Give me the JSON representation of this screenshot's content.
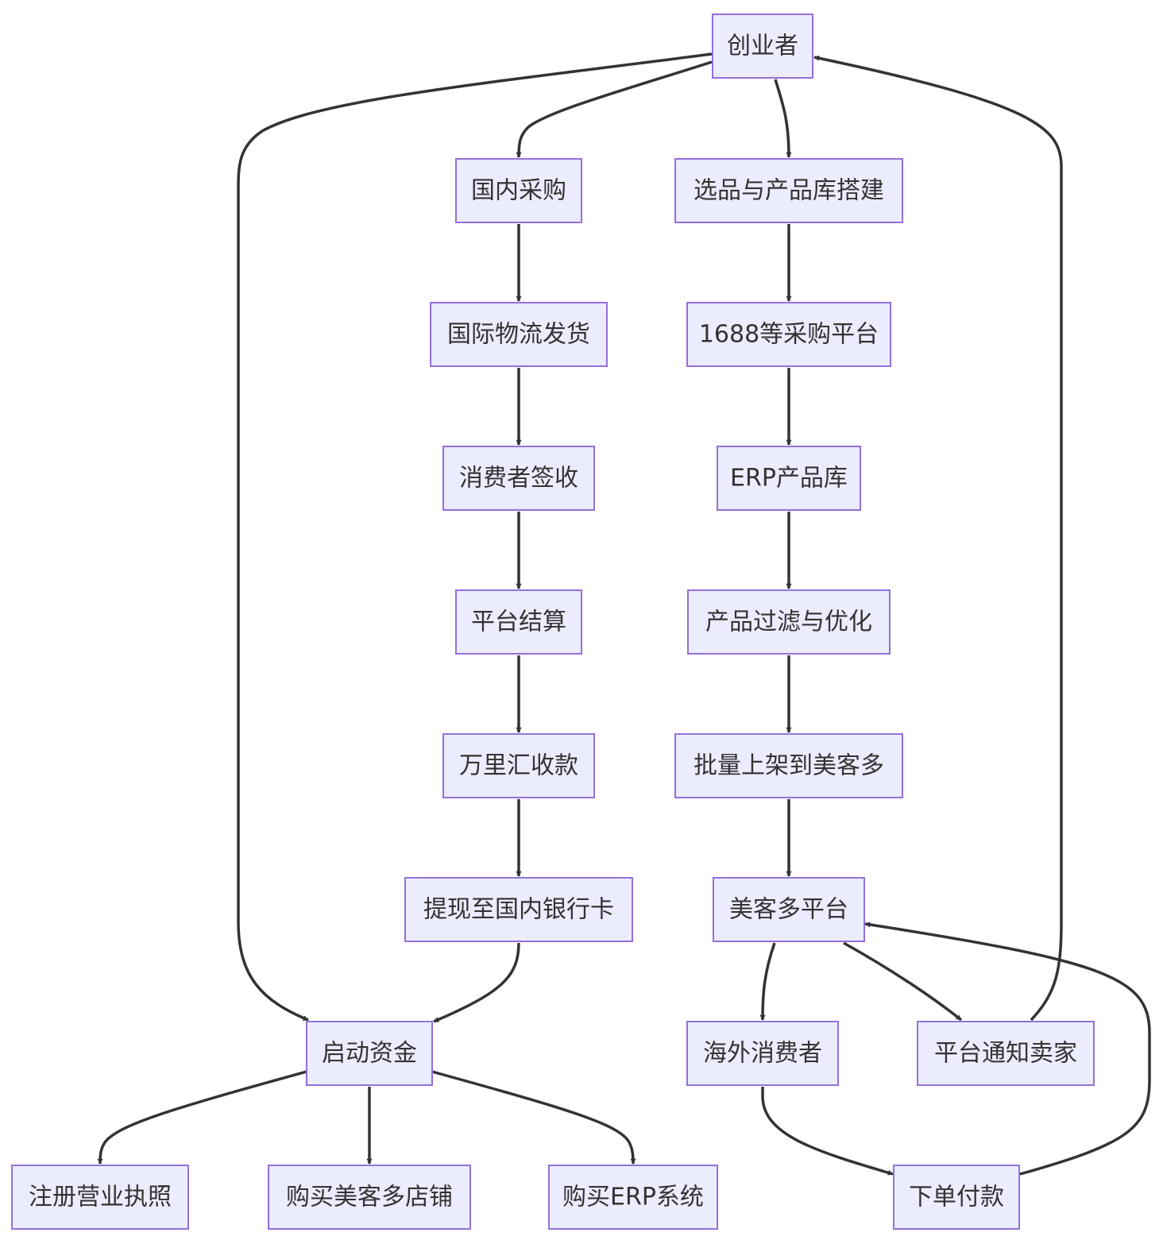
{
  "diagram": {
    "type": "flowchart",
    "colors": {
      "node_fill": "#ececff",
      "node_border": "#9370db",
      "edge": "#333333",
      "text": "#333333"
    },
    "nodes": [
      {
        "id": "founder",
        "label": "创业者"
      },
      {
        "id": "domestic_purchase",
        "label": "国内采购"
      },
      {
        "id": "intl_shipping",
        "label": "国际物流发货"
      },
      {
        "id": "consumer_sign",
        "label": "消费者签收"
      },
      {
        "id": "settlement",
        "label": "平台结算"
      },
      {
        "id": "wanlihui",
        "label": "万里汇收款"
      },
      {
        "id": "withdraw",
        "label": "提现至国内银行卡"
      },
      {
        "id": "startup_fund",
        "label": "启动资金"
      },
      {
        "id": "license",
        "label": "注册营业执照"
      },
      {
        "id": "buy_store",
        "label": "购买美客多店铺"
      },
      {
        "id": "buy_erp",
        "label": "购买ERP系统"
      },
      {
        "id": "product_select",
        "label": "选品与产品库搭建"
      },
      {
        "id": "platform_1688",
        "label": "1688等采购平台"
      },
      {
        "id": "erp_library",
        "label": "ERP产品库"
      },
      {
        "id": "filter_optimize",
        "label": "产品过滤与优化"
      },
      {
        "id": "batch_listing",
        "label": "批量上架到美客多"
      },
      {
        "id": "mercado_platform",
        "label": "美客多平台"
      },
      {
        "id": "overseas_consumer",
        "label": "海外消费者"
      },
      {
        "id": "notify_seller",
        "label": "平台通知卖家"
      },
      {
        "id": "order_pay",
        "label": "下单付款"
      }
    ],
    "edges": [
      {
        "from": "founder",
        "to": "startup_fund"
      },
      {
        "from": "founder",
        "to": "domestic_purchase"
      },
      {
        "from": "founder",
        "to": "product_select"
      },
      {
        "from": "domestic_purchase",
        "to": "intl_shipping"
      },
      {
        "from": "intl_shipping",
        "to": "consumer_sign"
      },
      {
        "from": "consumer_sign",
        "to": "settlement"
      },
      {
        "from": "settlement",
        "to": "wanlihui"
      },
      {
        "from": "wanlihui",
        "to": "withdraw"
      },
      {
        "from": "withdraw",
        "to": "startup_fund"
      },
      {
        "from": "startup_fund",
        "to": "license"
      },
      {
        "from": "startup_fund",
        "to": "buy_store"
      },
      {
        "from": "startup_fund",
        "to": "buy_erp"
      },
      {
        "from": "product_select",
        "to": "platform_1688"
      },
      {
        "from": "platform_1688",
        "to": "erp_library"
      },
      {
        "from": "erp_library",
        "to": "filter_optimize"
      },
      {
        "from": "filter_optimize",
        "to": "batch_listing"
      },
      {
        "from": "batch_listing",
        "to": "mercado_platform"
      },
      {
        "from": "mercado_platform",
        "to": "overseas_consumer"
      },
      {
        "from": "mercado_platform",
        "to": "notify_seller"
      },
      {
        "from": "overseas_consumer",
        "to": "order_pay"
      },
      {
        "from": "order_pay",
        "to": "mercado_platform"
      },
      {
        "from": "notify_seller",
        "to": "founder"
      }
    ]
  }
}
